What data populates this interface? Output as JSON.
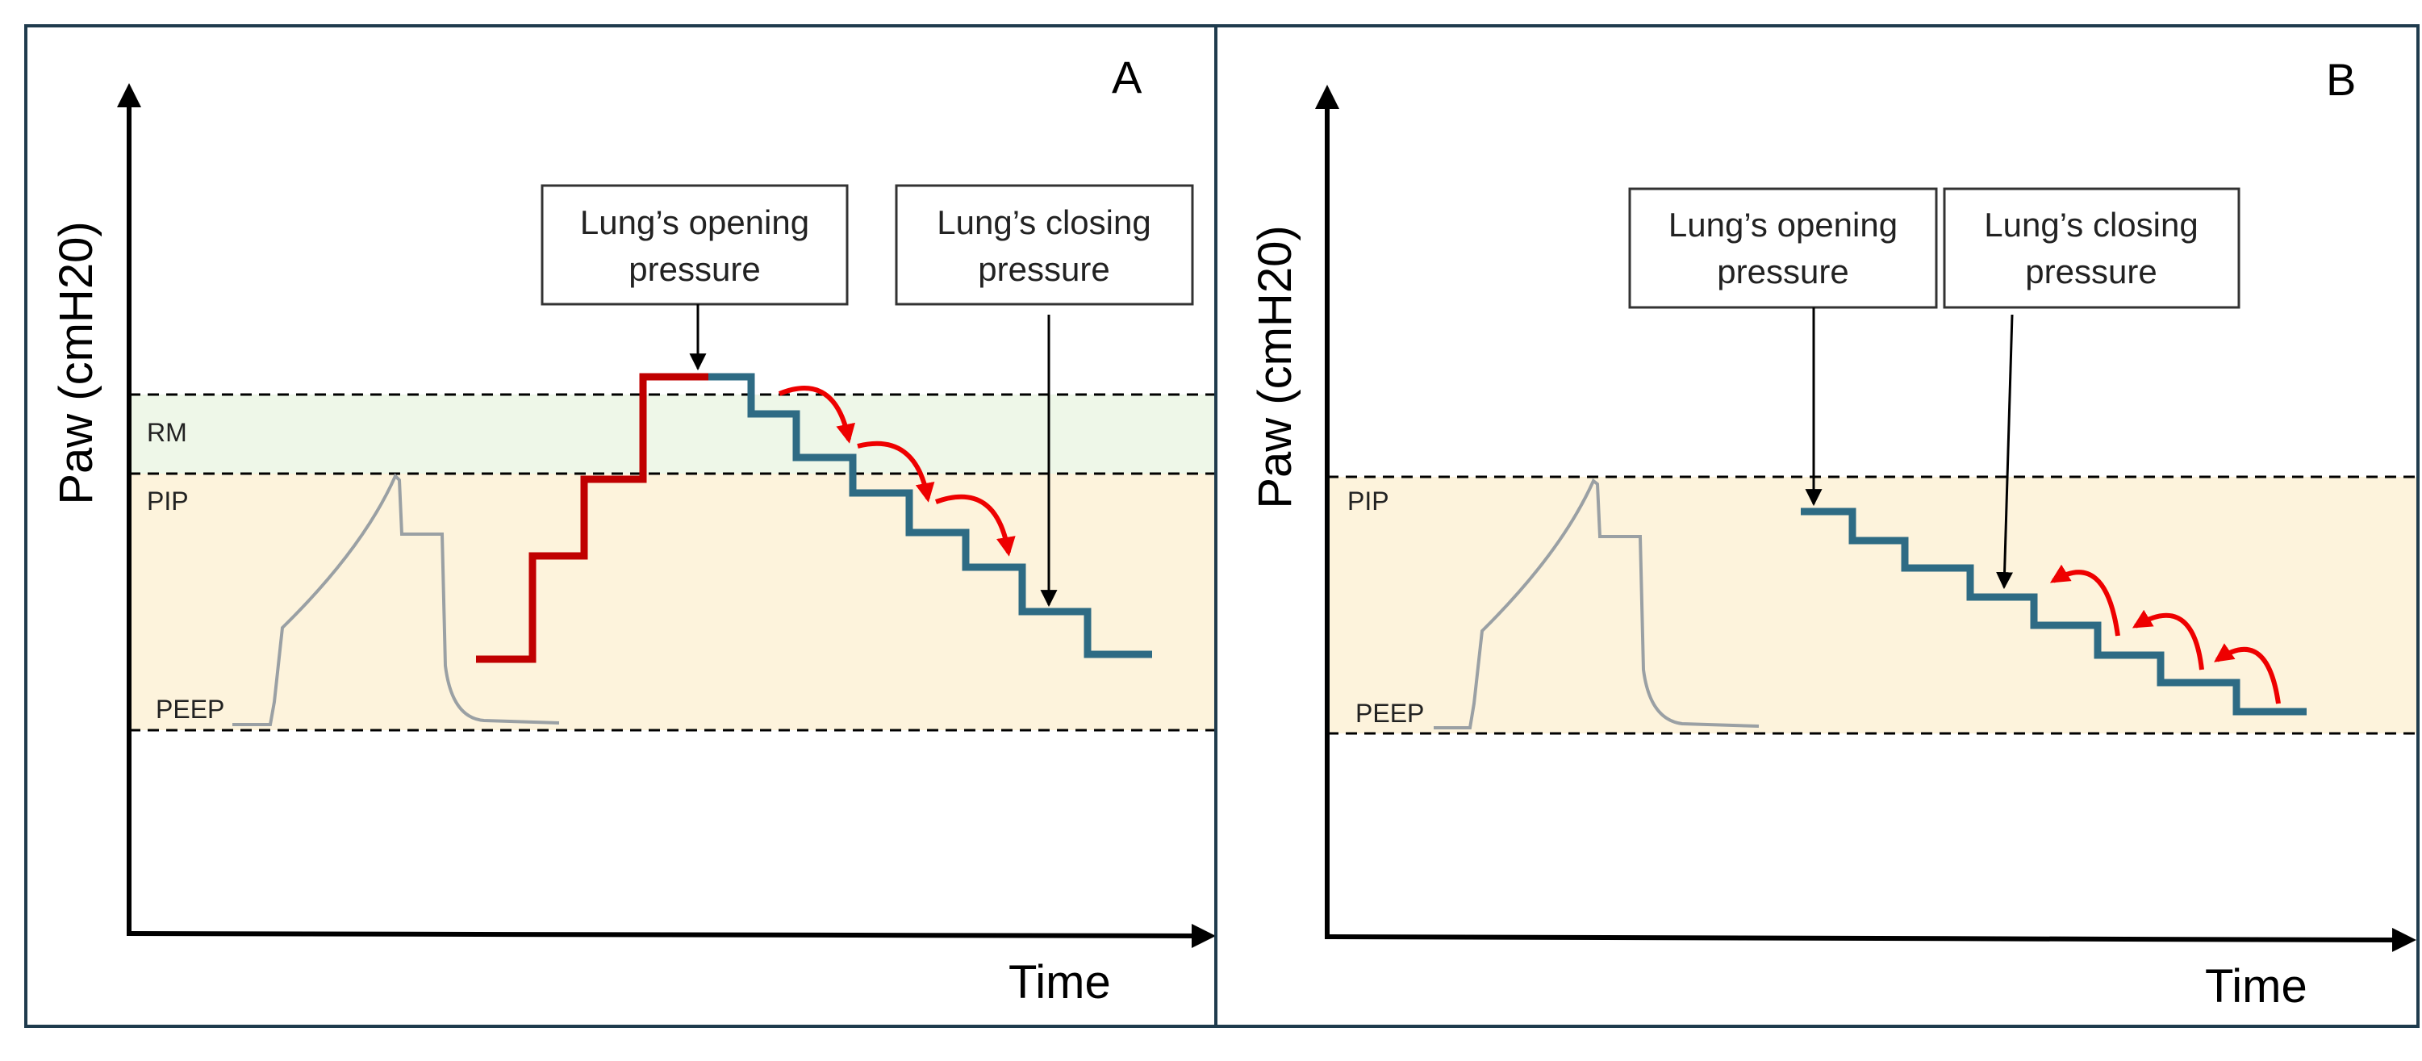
{
  "panels": [
    {
      "letter": "A",
      "y_axis_title": "Paw (cmH20)",
      "x_axis_title": "Time",
      "zones": {
        "rm": "RM",
        "pip": "PIP",
        "peep": "PEEP"
      },
      "callouts": [
        {
          "line1": "Lung’s opening",
          "line2": "pressure"
        },
        {
          "line1": "Lung’s closing",
          "line2": "pressure"
        }
      ]
    },
    {
      "letter": "B",
      "y_axis_title": "Paw (cmH20)",
      "x_axis_title": "Time",
      "zones": {
        "pip": "PIP",
        "peep": "PEEP"
      },
      "callouts": [
        {
          "line1": "Lung’s opening",
          "line2": "pressure"
        },
        {
          "line1": "Lung’s closing",
          "line2": "pressure"
        }
      ]
    }
  ],
  "colors": {
    "recruitment_steps": "#c00000",
    "decremental_steps": "#2e6b84",
    "rm_zone": "#eef7e8",
    "ventilation_zone": "#fdf3dc",
    "arc_arrows": "#ee0000",
    "pressure_waveform": "#9aa0a4"
  }
}
